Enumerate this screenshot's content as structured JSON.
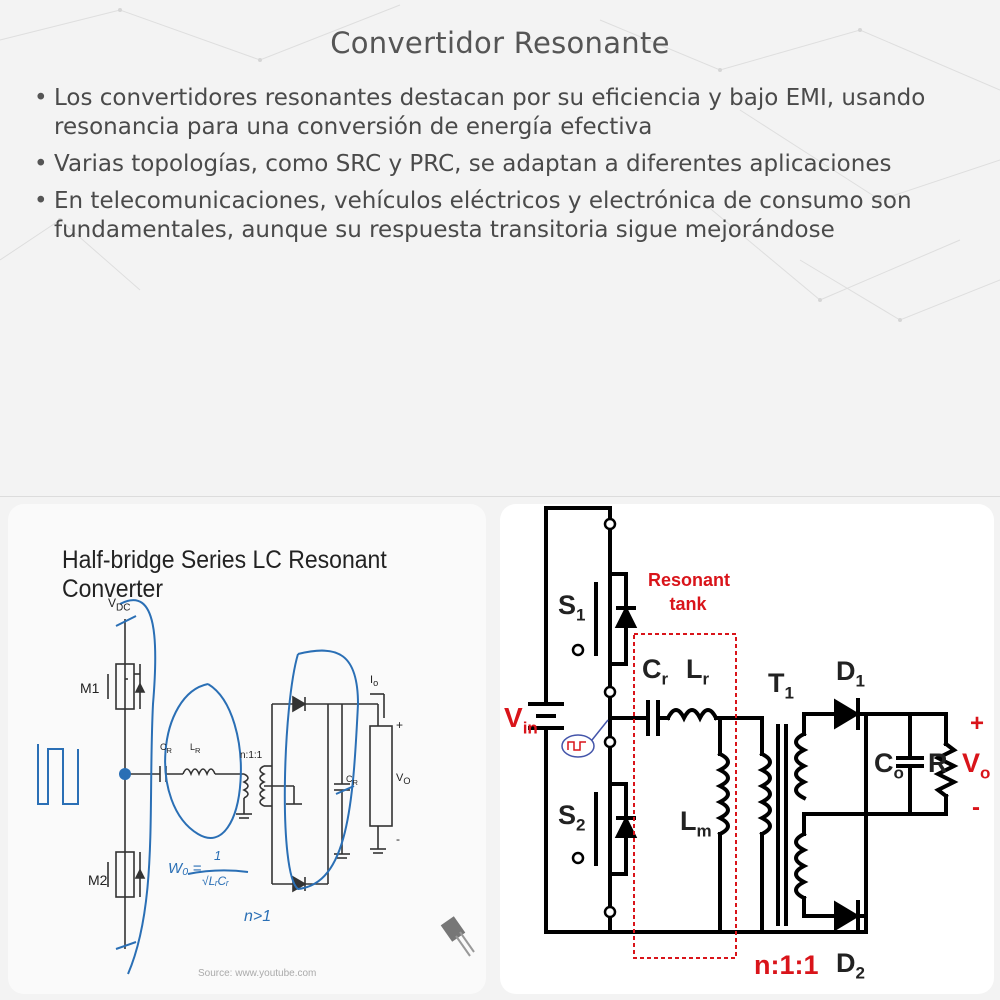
{
  "title": "Convertidor Resonante",
  "bullets": [
    "Los convertidores resonantes destacan por su eficiencia y bajo EMI, usando resonancia para una conversión de energía efectiva",
    "Varias topologías, como SRC y PRC, se adaptan a diferentes aplicaciones",
    "En telecomunicaciones, vehículos eléctricos y electrónica de consumo son fundamentales, aunque su respuesta transitoria sigue mejorándose"
  ],
  "left_image": {
    "heading": "Half-bridge Series LC Resonant Converter",
    "vdc": "V",
    "vdc_sub": "DC",
    "m1": "M1",
    "m2": "M2",
    "cr": "C",
    "cr_sub": "R",
    "lr": "L",
    "lr_sub": "R",
    "ratio": "n:1:1",
    "io": "I",
    "io_sub": "o",
    "co": "C",
    "co_sub": "R",
    "vo": "V",
    "vo_sub": "O",
    "plus": "+",
    "minus": "-",
    "omega": "W₀ =",
    "formula_num": "1",
    "formula_den": "√LᵣCᵣ",
    "n_note": "n>1",
    "source": "Source: www.youtube.com"
  },
  "right_image": {
    "vin": "V",
    "vin_sub": "in",
    "s1": "S",
    "s1_sub": "1",
    "s2": "S",
    "s2_sub": "2",
    "tank_line1": "Resonant",
    "tank_line2": "tank",
    "cr": "C",
    "cr_sub": "r",
    "lr": "L",
    "lr_sub": "r",
    "lm": "L",
    "lm_sub": "m",
    "t1": "T",
    "t1_sub": "1",
    "d1": "D",
    "d1_sub": "1",
    "d2": "D",
    "d2_sub": "2",
    "co": "C",
    "co_sub": "o",
    "r": "R",
    "vo": "V",
    "vo_sub": "o",
    "plus": "+",
    "minus": "-",
    "ratio": "n:1:1"
  },
  "colors": {
    "accent_red": "#d9141a",
    "text": "#4a4a4a",
    "ink_blue": "#2a6fb5"
  }
}
